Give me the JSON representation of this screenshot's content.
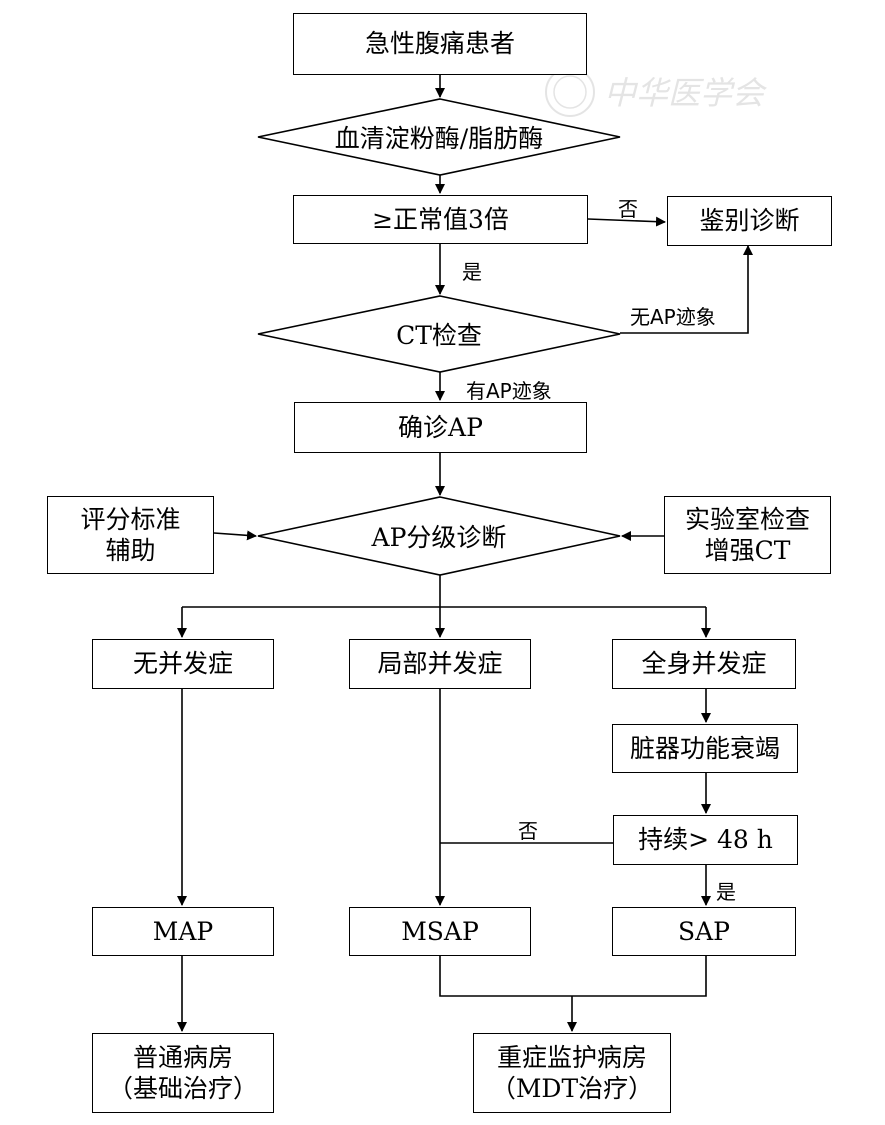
{
  "nodes": {
    "patient": "急性腹痛患者",
    "enzyme": "血清淀粉酶/脂肪酶",
    "threshold": "≥正常值3倍",
    "differential": "鉴别诊断",
    "ct": "CT检查",
    "confirm": "确诊AP",
    "grading": "AP分级诊断",
    "score": "评分标准\n辅助",
    "lab": "实验室检查\n增强CT",
    "no_comp": "无并发症",
    "local_comp": "局部并发症",
    "systemic_comp": "全身并发症",
    "organ_failure": "脏器功能衰竭",
    "persist": "持续> 48 h",
    "map": "MAP",
    "msap": "MSAP",
    "sap": "SAP",
    "ward": "普通病房\n（基础治疗）",
    "icu": "重症监护病房\n（MDT治疗）"
  },
  "labels": {
    "no1": "否",
    "yes1": "是",
    "no_ap": "无AP迹象",
    "has_ap": "有AP迹象",
    "no2": "否",
    "yes2": "是"
  },
  "watermark": "中华医学会"
}
